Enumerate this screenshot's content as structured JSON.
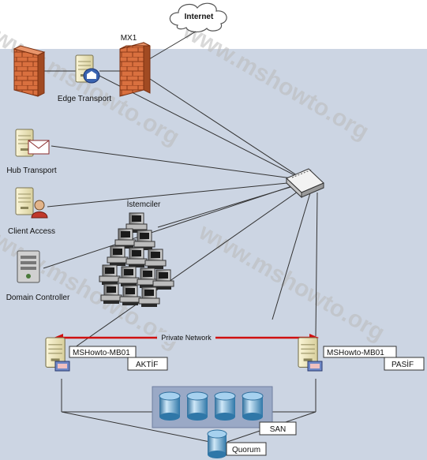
{
  "internet": {
    "label": "Internet"
  },
  "mx": {
    "label": "MX1"
  },
  "edge": {
    "label": "Edge Transport"
  },
  "hub": {
    "label": "Hub Transport"
  },
  "client_access": {
    "label": "Client Access"
  },
  "domain_controller": {
    "label": "Domain Controller"
  },
  "clients": {
    "label": "İstemciler"
  },
  "private_network": {
    "label": "Private Network"
  },
  "mailbox_active": {
    "name": "MSHowto-MB01",
    "state": "AKTİF"
  },
  "mailbox_passive": {
    "name": "MSHowto-MB01",
    "state": "PASİF"
  },
  "san": {
    "label": "SAN"
  },
  "quorum": {
    "label": "Quorum"
  },
  "watermark": {
    "text": "www.mshowto.org"
  },
  "colors": {
    "backdrop": "#ccd5e3",
    "san_box": "#9aa9c6",
    "firewall": "#d6693a",
    "private_link": "#d01010"
  }
}
